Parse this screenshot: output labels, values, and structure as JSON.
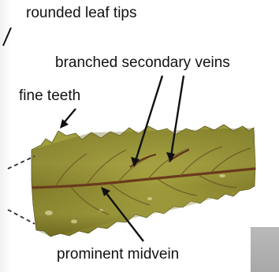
{
  "labels": {
    "leaf_tips": "rounded leaf tips",
    "secondary_veins": "branched secondary veins",
    "teeth": "fine teeth",
    "midvein": "prominent midvein"
  },
  "colors": {
    "leaf_light": "#a6a03e",
    "leaf_mid": "#8e8a30",
    "leaf_dark": "#6f6a22",
    "vein": "#6a3a1c",
    "dashed": "#2b2b2b",
    "arrow": "#111111"
  }
}
